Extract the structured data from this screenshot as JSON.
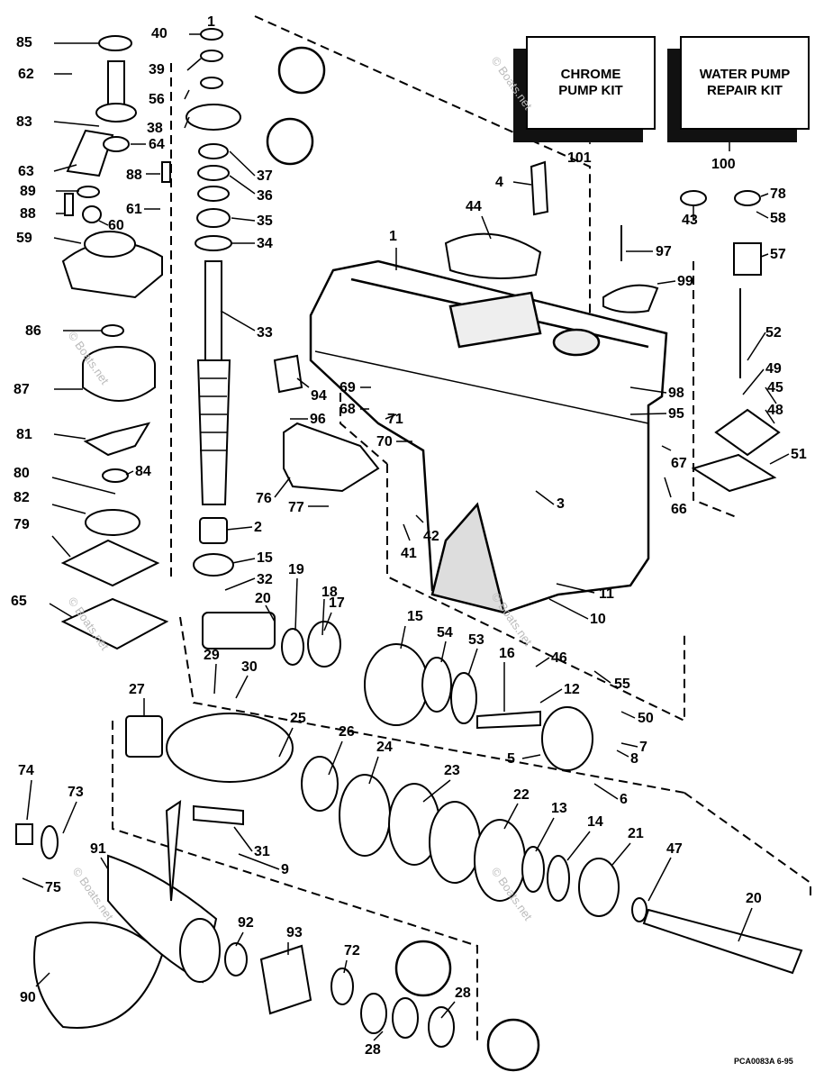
{
  "diagram": {
    "kits": [
      {
        "id": "101",
        "line1": "CHROME",
        "line2": "PUMP KIT"
      },
      {
        "id": "100",
        "line1": "WATER PUMP",
        "line2": "REPAIR KIT"
      }
    ],
    "labels": [
      "85",
      "62",
      "83",
      "63",
      "64",
      "88",
      "89",
      "88",
      "60",
      "61",
      "59",
      "86",
      "87",
      "81",
      "84",
      "80",
      "82",
      "79",
      "65",
      "40",
      "1",
      "39",
      "56",
      "38",
      "37",
      "36",
      "35",
      "34",
      "33",
      "2",
      "15",
      "32",
      "20",
      "19",
      "18",
      "17",
      "4",
      "44",
      "1",
      "43",
      "78",
      "58",
      "57",
      "97",
      "99",
      "52",
      "49",
      "45",
      "48",
      "98",
      "95",
      "94",
      "96",
      "69",
      "68",
      "71",
      "70",
      "67",
      "51",
      "76",
      "77",
      "3",
      "66",
      "42",
      "41",
      "11",
      "10",
      "15",
      "54",
      "53",
      "16",
      "46",
      "55",
      "12",
      "50",
      "7",
      "8",
      "5",
      "6",
      "29",
      "30",
      "27",
      "25",
      "26",
      "24",
      "23",
      "22",
      "13",
      "14",
      "21",
      "47",
      "20",
      "74",
      "73",
      "91",
      "75",
      "31",
      "9",
      "92",
      "93",
      "72",
      "28",
      "28",
      "90",
      "101",
      "100"
    ],
    "footer_code": "PCA0083A   6-95",
    "watermark": "© Boats.net"
  }
}
